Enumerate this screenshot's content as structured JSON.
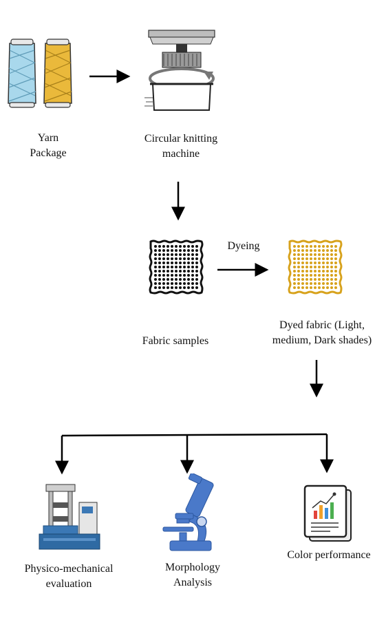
{
  "nodes": {
    "yarn": {
      "label": "Yarn\nPackage",
      "icon": "yarn-spools-icon"
    },
    "knitting": {
      "label": "Circular knitting\nmachine",
      "icon": "circular-knitting-machine-icon"
    },
    "fabric": {
      "label": "Fabric samples",
      "icon": "fabric-swatch-icon"
    },
    "dyed": {
      "label": "Dyed fabric (Light,\nmedium, Dark shades)",
      "icon": "dyed-fabric-swatch-icon"
    },
    "physico": {
      "label": "Physico-mechanical\nevaluation",
      "icon": "testing-machine-icon"
    },
    "morphology": {
      "label": "Morphology\nAnalysis",
      "icon": "microscope-icon"
    },
    "color": {
      "label": "Color performance",
      "icon": "chart-report-icon"
    }
  },
  "edges": {
    "dyeing_label": "Dyeing"
  },
  "colors": {
    "yarn_blue": "#a9d8ec",
    "yarn_gold": "#eab93b",
    "dyed_gold": "#d7a21c",
    "microscope_blue": "#4a79c9",
    "machine_blue": "#2f6aa3"
  }
}
